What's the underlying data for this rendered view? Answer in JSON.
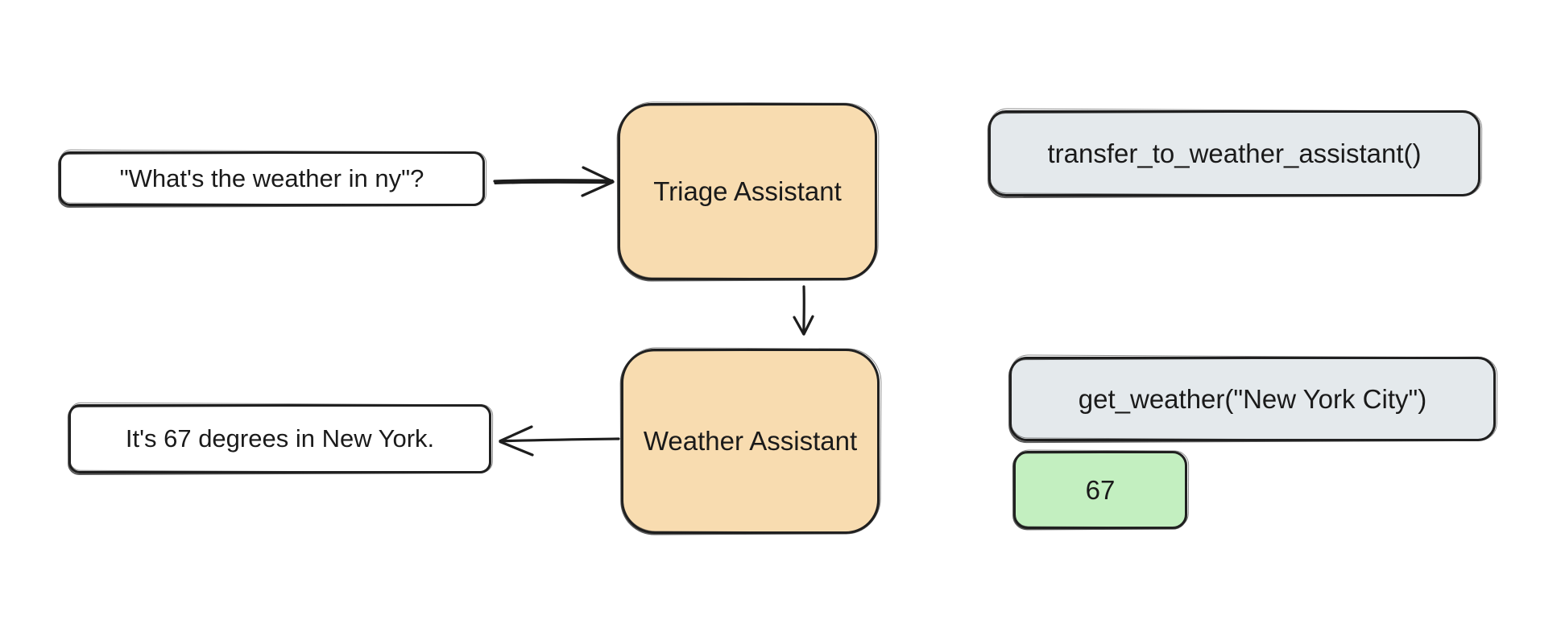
{
  "diagram": {
    "title": "Triage to Weather Assistant handoff flow",
    "background": "#ffffff",
    "colors": {
      "agent_fill": "#F8DCB0",
      "tool_fill": "#E4E9EC",
      "result_fill": "#C3EFC0",
      "message_fill": "#FFFFFF",
      "stroke": "#1d1d1d",
      "text": "#1a1a1a"
    }
  },
  "messages": {
    "user_question": "\"What's the weather in ny\"?",
    "assistant_answer": "It's 67 degrees in New York."
  },
  "agents": {
    "triage": "Triage Assistant",
    "weather": "Weather Assistant"
  },
  "tools": {
    "transfer_call": "transfer_to_weather_assistant()",
    "weather_call": "get_weather(\"New York City\")"
  },
  "results": {
    "temperature": "67"
  },
  "arrows": [
    {
      "name": "user-to-triage",
      "direction": "right",
      "from": "user_question",
      "to": "triage"
    },
    {
      "name": "triage-to-weather",
      "direction": "down",
      "from": "triage",
      "to": "weather"
    },
    {
      "name": "weather-to-user",
      "direction": "left",
      "from": "weather",
      "to": "assistant_answer"
    }
  ]
}
